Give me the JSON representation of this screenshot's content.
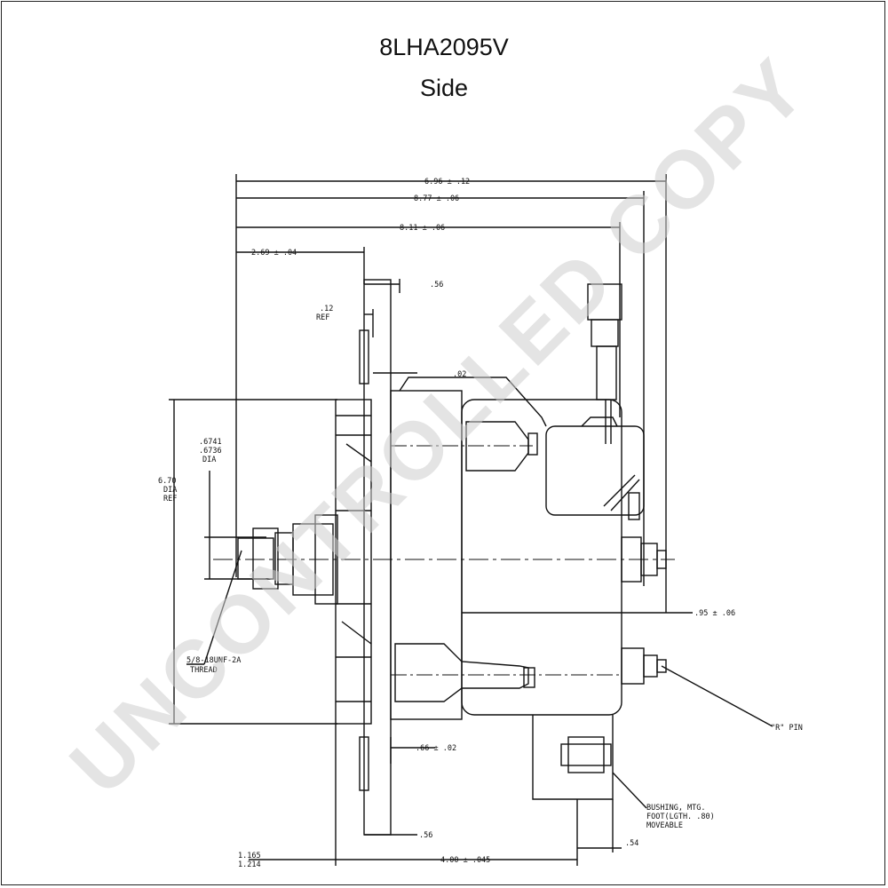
{
  "title": "8LHA2095V",
  "subtitle": "Side",
  "watermark": "UNCONTROLLED COPY",
  "dimensions": {
    "overall": "6.96 ± .12",
    "d877": "8.77 ± .06",
    "d811": "8.11 ± .06",
    "d269": "2.69 ± .04",
    "d056_top": ".56",
    "d012": ".12",
    "ref": "REF",
    "d002": ".02",
    "shaft_dia_1": ".6741",
    "shaft_dia_2": ".6736",
    "dia": "DIA",
    "body_dia_1": "6.70",
    "body_dia_2": "DIA",
    "body_dia_3": "REF",
    "thread_1": "5/8-18UNF-2A",
    "thread_2": "THREAD",
    "d095": ".95 ± .06",
    "r_pin": "\"R\" PIN",
    "d066": ".66 ± .02",
    "bushing_1": "BUSHING, MTG.",
    "bushing_2": "FOOT(LGTH. .80)",
    "bushing_3": "MOVEABLE",
    "d056_bottom": ".56",
    "d054": ".54",
    "d1165": "1.165",
    "d1214": "1.214",
    "d400": "4.00 ± .045"
  },
  "colors": {
    "line": "#111111",
    "watermark": "#cfcfcf"
  }
}
